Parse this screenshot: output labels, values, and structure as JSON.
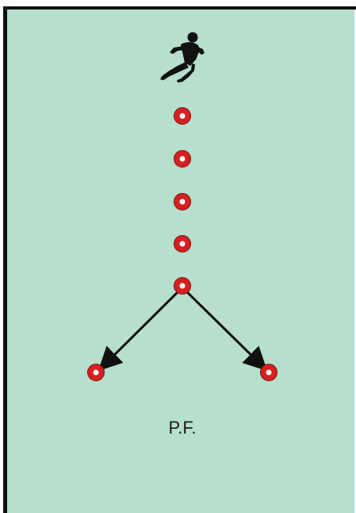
{
  "diagram": {
    "label": "P.F.",
    "colors": {
      "field": "#b6dfcd",
      "border": "#111111",
      "cone_outer": "#d62020",
      "cone_ring": "#7a1414",
      "cone_center": "#ffffff",
      "arrow": "#111111",
      "player": "#111111"
    },
    "icons": {
      "player": "running-player-icon",
      "cone": "cone-marker-icon"
    },
    "cone_count": 7,
    "arrow_count": 2
  }
}
